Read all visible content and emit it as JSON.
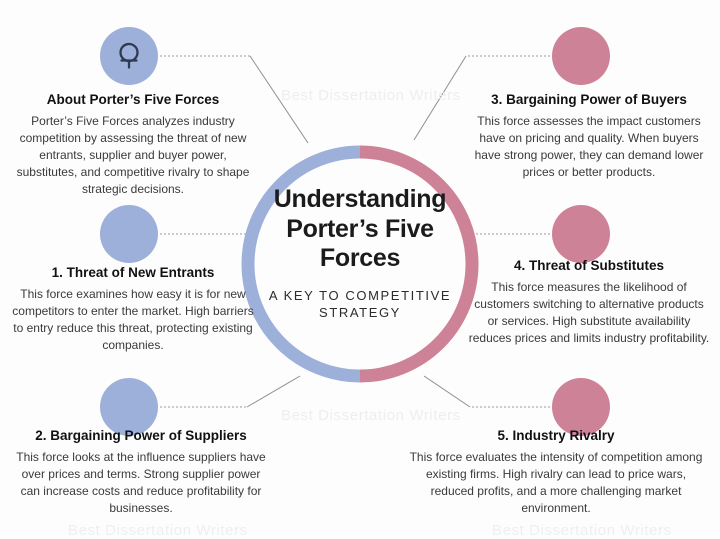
{
  "meta": {
    "watermark_text": "Best Dissertation Writers",
    "watermark_color": "#eceff1",
    "background_color": "#fdfdfd",
    "blue_color": "#9cb0da",
    "pink_color": "#ce8297",
    "ring_left_color": "#9cb0da",
    "ring_right_color": "#ce8297",
    "connector_color": "#9a9a9a"
  },
  "center": {
    "title_line_1": "Understanding",
    "title_line_2": "Porter’s Five",
    "title_line_3": "Forces",
    "subtitle_line_1": "A KEY TO COMPETITIVE",
    "subtitle_line_2": "STRATEGY"
  },
  "nodes": {
    "about": {
      "icon": "magnifier-icon",
      "title": "About Porter’s Five Forces",
      "body": "Porter’s Five Forces analyzes industry competition by assessing the threat of new entrants, supplier and buyer power, substitutes, and competitive rivalry to shape strategic decisions."
    },
    "force_1": {
      "title": "1. Threat of New Entrants",
      "body": "This force examines how easy it is for new competitors to enter the market. High barriers to entry reduce this threat, protecting existing companies."
    },
    "force_2": {
      "title": "2. Bargaining Power of Suppliers",
      "body": "This force looks at the influence suppliers have over prices and terms. Strong supplier power can increase costs and reduce profitability for businesses."
    },
    "force_3": {
      "title": "3. Bargaining Power of Buyers",
      "body": "This force assesses the impact customers have on pricing and quality. When buyers have strong power, they can demand lower prices or better products."
    },
    "force_4": {
      "title": "4. Threat of Substitutes",
      "body": "This force measures the likelihood of customers switching to alternative products or services. High substitute availability reduces prices and limits industry profitability."
    },
    "force_5": {
      "title": "5. Industry Rivalry",
      "body": "This force evaluates the intensity of competition among existing firms. High rivalry can lead to price wars, reduced profits, and a more challenging market environment."
    }
  }
}
